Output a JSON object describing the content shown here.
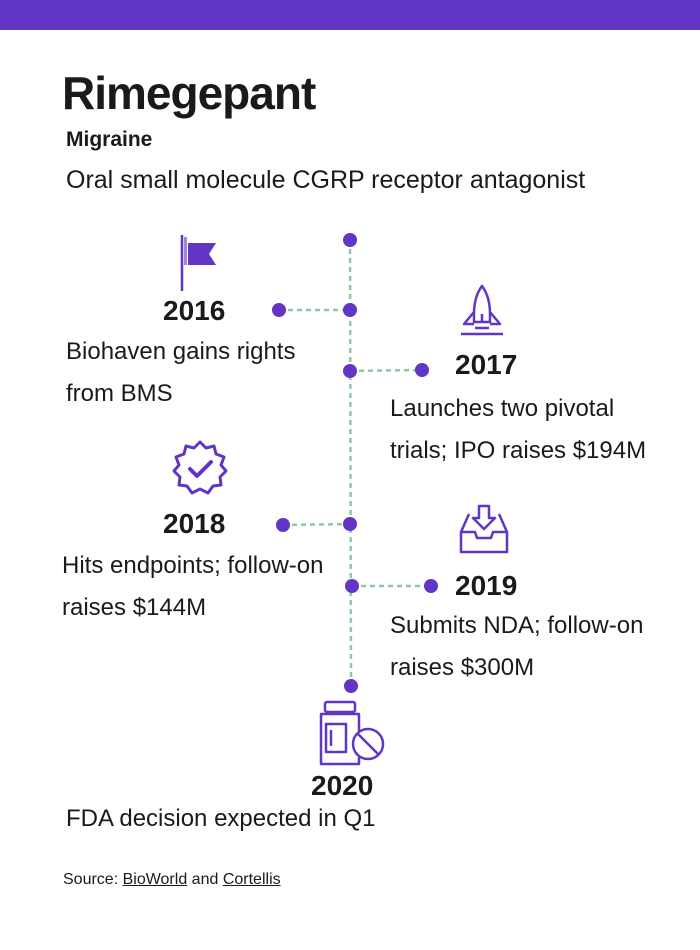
{
  "header": {
    "title": "Rimegepant",
    "indication": "Migraine",
    "description": "Oral small molecule CGRP receptor antagonist"
  },
  "colors": {
    "accent": "#6236c5",
    "connector": "#8cc9a6",
    "text": "#1a1a1a"
  },
  "milestones": [
    {
      "year": "2016",
      "text_line1": "Biohaven gains rights",
      "text_line2": "from BMS",
      "icon": "flag-icon"
    },
    {
      "year": "2017",
      "text_line1": "Launches two pivotal",
      "text_line2": "trials; IPO raises $194M",
      "icon": "rocket-icon"
    },
    {
      "year": "2018",
      "text_line1": "Hits endpoints; follow-on",
      "text_line2": "raises $144M",
      "icon": "verified-badge-icon"
    },
    {
      "year": "2019",
      "text_line1": "Submits NDA; follow-on",
      "text_line2": "raises $300M",
      "icon": "inbox-download-icon"
    },
    {
      "year": "2020",
      "text_line1": "FDA decision expected in Q1",
      "icon": "pill-bottle-icon"
    }
  ],
  "footer": {
    "source_prefix": "Source:",
    "source_link1": "BioWorld",
    "source_and": "and",
    "source_link2": "Cortellis"
  }
}
